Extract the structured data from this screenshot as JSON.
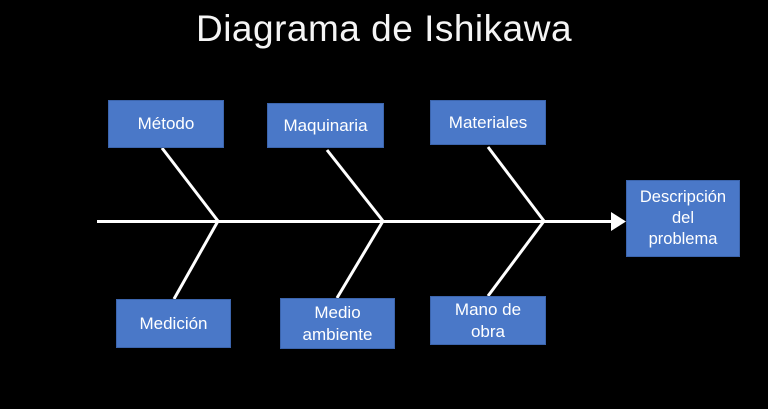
{
  "title": "Diagrama de Ishikawa",
  "colors": {
    "background": "#000000",
    "title_text": "#f5f5f5",
    "box_fill": "#4a78c8",
    "box_border": "#3c65ad",
    "box_text": "#ffffff",
    "line": "#ffffff"
  },
  "diagram": {
    "type": "fishbone",
    "top_causes": [
      {
        "label": "Método"
      },
      {
        "label": "Maquinaria"
      },
      {
        "label": "Materiales"
      }
    ],
    "bottom_causes": [
      {
        "label": "Medición"
      },
      {
        "label": "Medio\nambiente"
      },
      {
        "label": "Mano de\nobra"
      }
    ],
    "effect": {
      "label": "Descripción\ndel\nproblema"
    }
  }
}
